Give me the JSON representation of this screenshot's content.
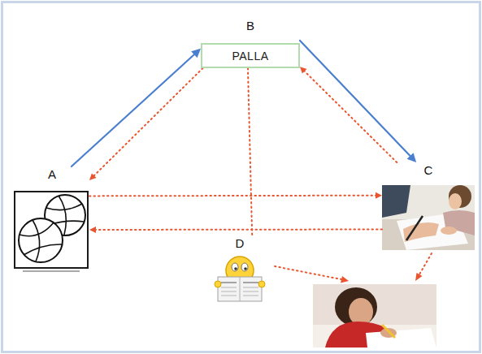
{
  "diagram": {
    "nodes": [
      {
        "text": [
          "B",
          "PALLA"
        ]
      },
      {
        "text": [
          "A"
        ]
      },
      {
        "text": [
          "C"
        ]
      },
      {
        "text": [
          "D"
        ]
      }
    ],
    "edges": [
      {
        "from": 1,
        "to": 0,
        "arrow": "to"
      },
      {
        "from": 0,
        "to": 1,
        "arrow": "to"
      },
      {
        "from": 0,
        "to": 2,
        "arrow": "to"
      },
      {
        "from": 2,
        "to": 0,
        "arrow": "to"
      },
      {
        "from": 1,
        "to": 2,
        "arrow": "to"
      },
      {
        "from": 2,
        "to": 1,
        "arrow": "to"
      },
      {
        "from": 0,
        "to": 3,
        "arrow": "none"
      }
    ]
  }
}
